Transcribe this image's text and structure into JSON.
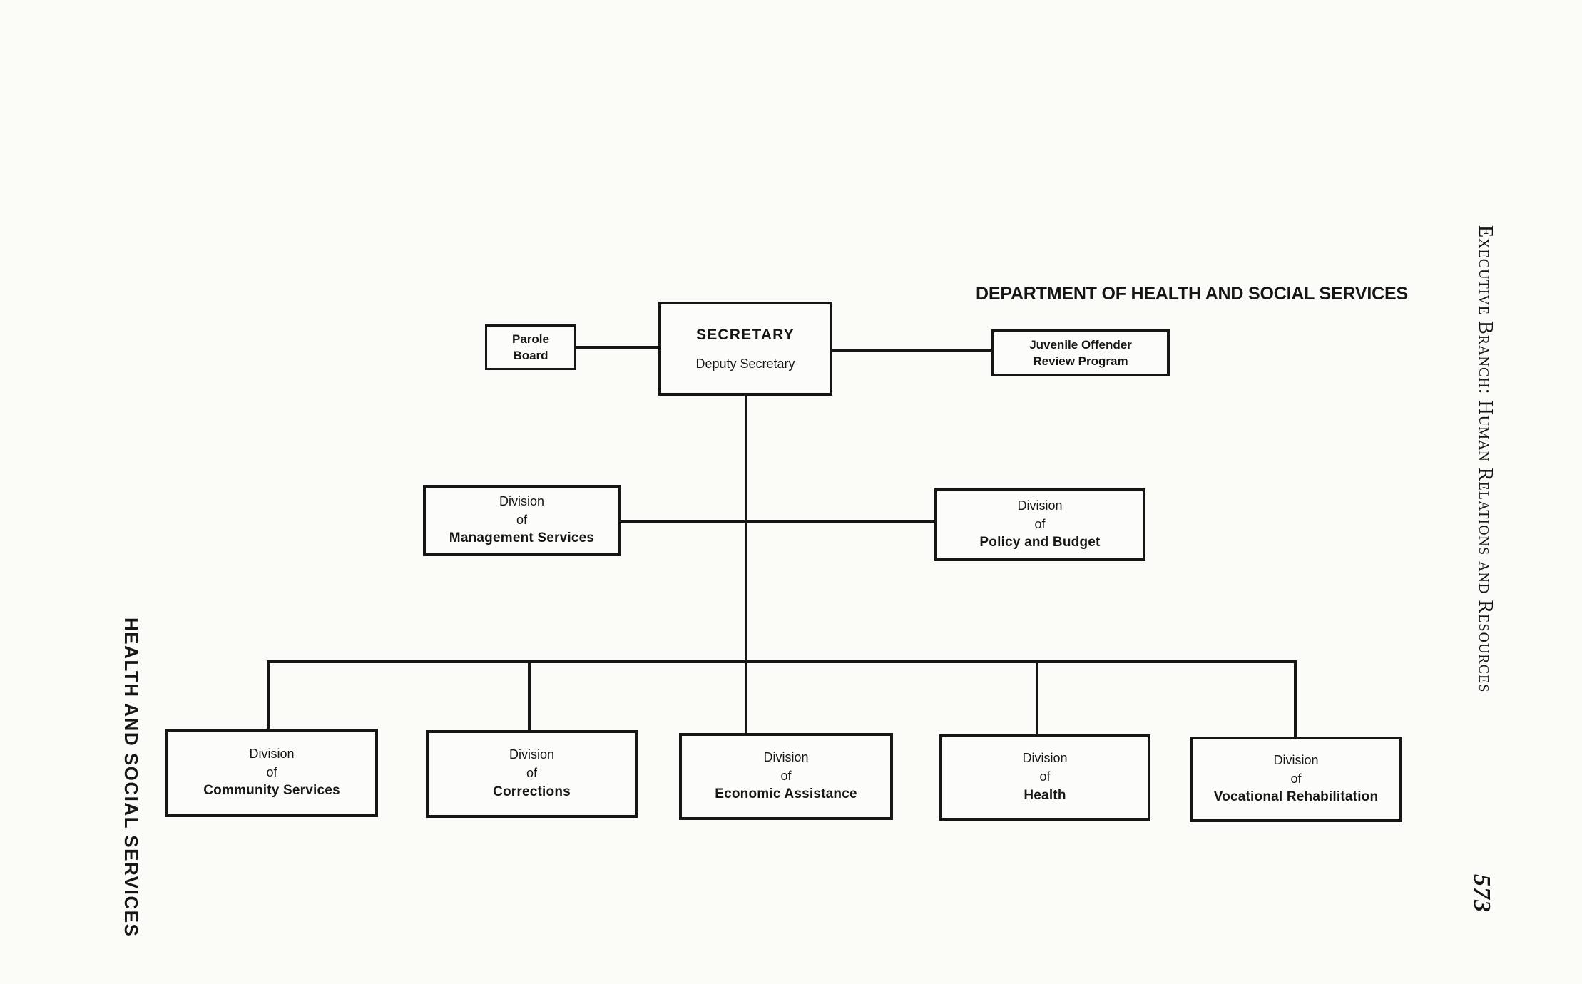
{
  "page": {
    "header_title": "DEPARTMENT OF HEALTH AND SOCIAL SERVICES",
    "left_margin_label": "HEALTH AND SOCIAL SERVICES",
    "right_margin_label": "Executive Branch: Human Relations and Resources",
    "page_number": "573"
  },
  "org_chart": {
    "line_color": "#161616",
    "root": {
      "title": "SECRETARY",
      "subtitle": "Deputy Secretary"
    },
    "attached_left": {
      "line1": "Parole",
      "line2": "Board"
    },
    "attached_right": {
      "line1": "Juvenile Offender",
      "line2": "Review Program"
    },
    "level2": [
      {
        "line1": "Division",
        "line2": "of",
        "name": "Management Services"
      },
      {
        "line1": "Division",
        "line2": "of",
        "name": "Policy and Budget"
      }
    ],
    "level3": [
      {
        "line1": "Division",
        "line2": "of",
        "name": "Community Services"
      },
      {
        "line1": "Division",
        "line2": "of",
        "name": "Corrections"
      },
      {
        "line1": "Division",
        "line2": "of",
        "name": "Economic Assistance"
      },
      {
        "line1": "Division",
        "line2": "of",
        "name": "Health"
      },
      {
        "line1": "Division",
        "line2": "of",
        "name": "Vocational Rehabilitation"
      }
    ]
  }
}
